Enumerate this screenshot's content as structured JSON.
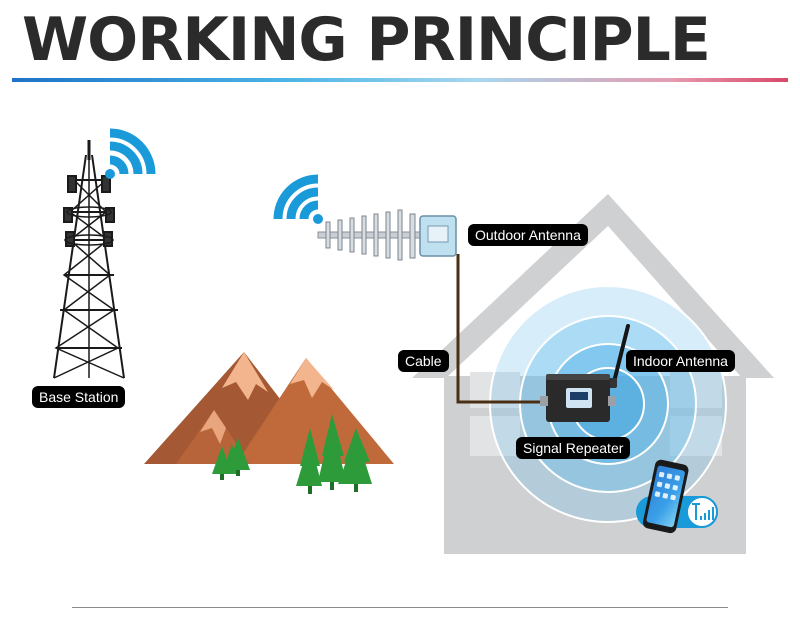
{
  "title": "WORKING PRINCIPLE",
  "labels": {
    "base_station": "Base Station",
    "outdoor_antenna": "Outdoor Antenna",
    "cable": "Cable",
    "indoor_antenna": "Indoor Antenna",
    "signal_repeater": "Signal Repeater"
  },
  "colors": {
    "signal_blue": "#1a9ad9",
    "house_gray": "#cfd0d2",
    "mountain_brown": "#b4643a",
    "tree_green": "#2e9b3a",
    "cable_brown": "#5a3a1a",
    "title_text": "#2b2b2b"
  },
  "icons": [
    "wifi-signal-icon",
    "cell-tower-icon",
    "yagi-antenna-icon",
    "repeater-device-icon",
    "smartphone-icon",
    "signal-bars-icon"
  ]
}
